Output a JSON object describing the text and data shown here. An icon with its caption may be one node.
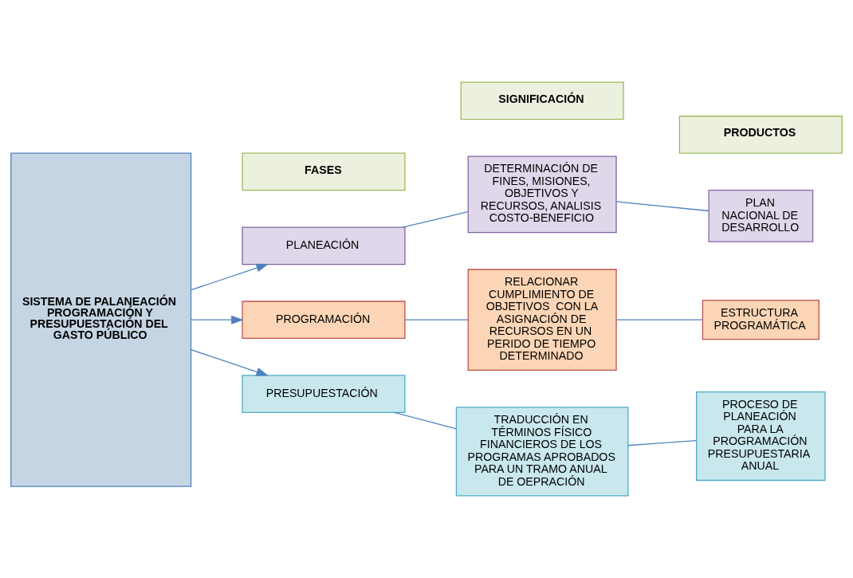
{
  "diagram": {
    "nodes": [
      {
        "text": [
          "FASES"
        ]
      },
      {
        "text": [
          "SIGNIFICACIÓN"
        ]
      },
      {
        "text": [
          "PRODUCTOS"
        ]
      },
      {
        "text": [
          "SISTEMA DE PALANEACIÓN PROGRAMACIÓN Y PRESUPUESTACIÓN DEL GASTO PÚBLICO"
        ]
      },
      {
        "text": [
          "PLANEACIÓN"
        ]
      },
      {
        "text": [
          "DETERMINACIÓN DE FINES, MISIONES, OBJETIVOS Y RECURSOS, ANALISIS COSTO-BENEFICIO"
        ]
      },
      {
        "text": [
          "PLAN NACIONAL DE DESARROLLO"
        ]
      },
      {
        "text": [
          "PROGRAMACIÓN"
        ]
      },
      {
        "text": [
          "RELACIONAR CUMPLIMIENTO DE OBJETIVOS  CON LA ASIGNACIÓN DE RECURSOS EN UN PERIDO DE TIEMPO DETERMINADO"
        ]
      },
      {
        "text": [
          "ESTRUCTURA PROGRAMÁTICA"
        ]
      },
      {
        "text": [
          "PRESUPUESTACIÓN"
        ]
      },
      {
        "text": [
          "TRADUCCIÓN EN TÉRMINOS FÍSICO FINANCIEROS DE LOS PROGRAMAS APROBADOS  PARA UN TRAMO ANUAL DE OEPRACIÓN"
        ]
      },
      {
        "text": [
          "PROCESO DE PLANEACIÓN PARA LA PROGRAMACIÓN PRESUPUESTARIA ANUAL"
        ]
      }
    ],
    "edges": [
      {
        "from": 3,
        "to": 4,
        "arrow": "to"
      },
      {
        "from": 4,
        "to": 5,
        "arrow": "none"
      },
      {
        "from": 5,
        "to": 6,
        "arrow": "none"
      },
      {
        "from": 3,
        "to": 7,
        "arrow": "to"
      },
      {
        "from": 7,
        "to": 8,
        "arrow": "none"
      },
      {
        "from": 8,
        "to": 9,
        "arrow": "none"
      },
      {
        "from": 3,
        "to": 10,
        "arrow": "to"
      },
      {
        "from": 10,
        "to": 11,
        "arrow": "none"
      },
      {
        "from": 11,
        "to": 12,
        "arrow": "none"
      }
    ]
  }
}
